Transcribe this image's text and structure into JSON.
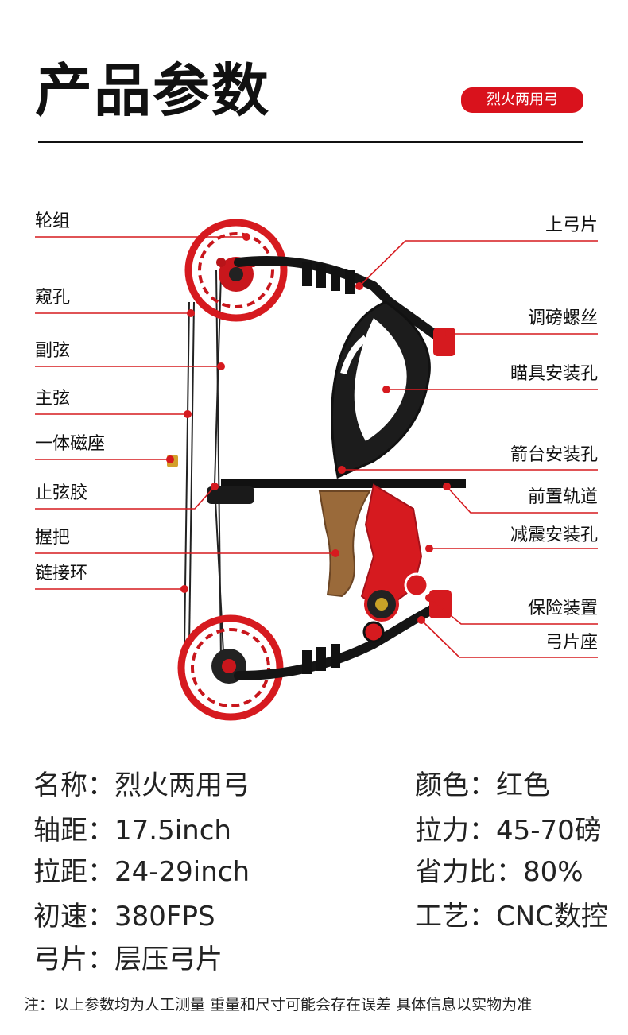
{
  "header": {
    "title": "产品参数",
    "badge": "烈火两用弓"
  },
  "labels_left": [
    "轮组",
    "窥孔",
    "副弦",
    "主弦",
    "一体磁座",
    "止弦胶",
    "握把",
    "链接环"
  ],
  "labels_right": [
    "上弓片",
    "调磅螺丝",
    "瞄具安装孔",
    "箭台安装孔",
    "前置轨道",
    "减震安装孔",
    "保险装置",
    "弓片座"
  ],
  "specs_left": [
    "名称：烈火两用弓",
    "轴距：17.5inch",
    "拉距：24-29inch",
    "初速：380FPS",
    "弓片：层压弓片"
  ],
  "specs_right": [
    "颜色：红色",
    "拉力：45-70磅",
    "省力比：80%",
    "工艺：CNC数控"
  ],
  "note": "注：以上参数均为人工测量 重量和尺寸可能会存在误差 具体信息以实物为准",
  "colors": {
    "accent": "#d9121c",
    "bow_body": "#1a1a1a",
    "grip_wood": "#9a6a3a"
  }
}
